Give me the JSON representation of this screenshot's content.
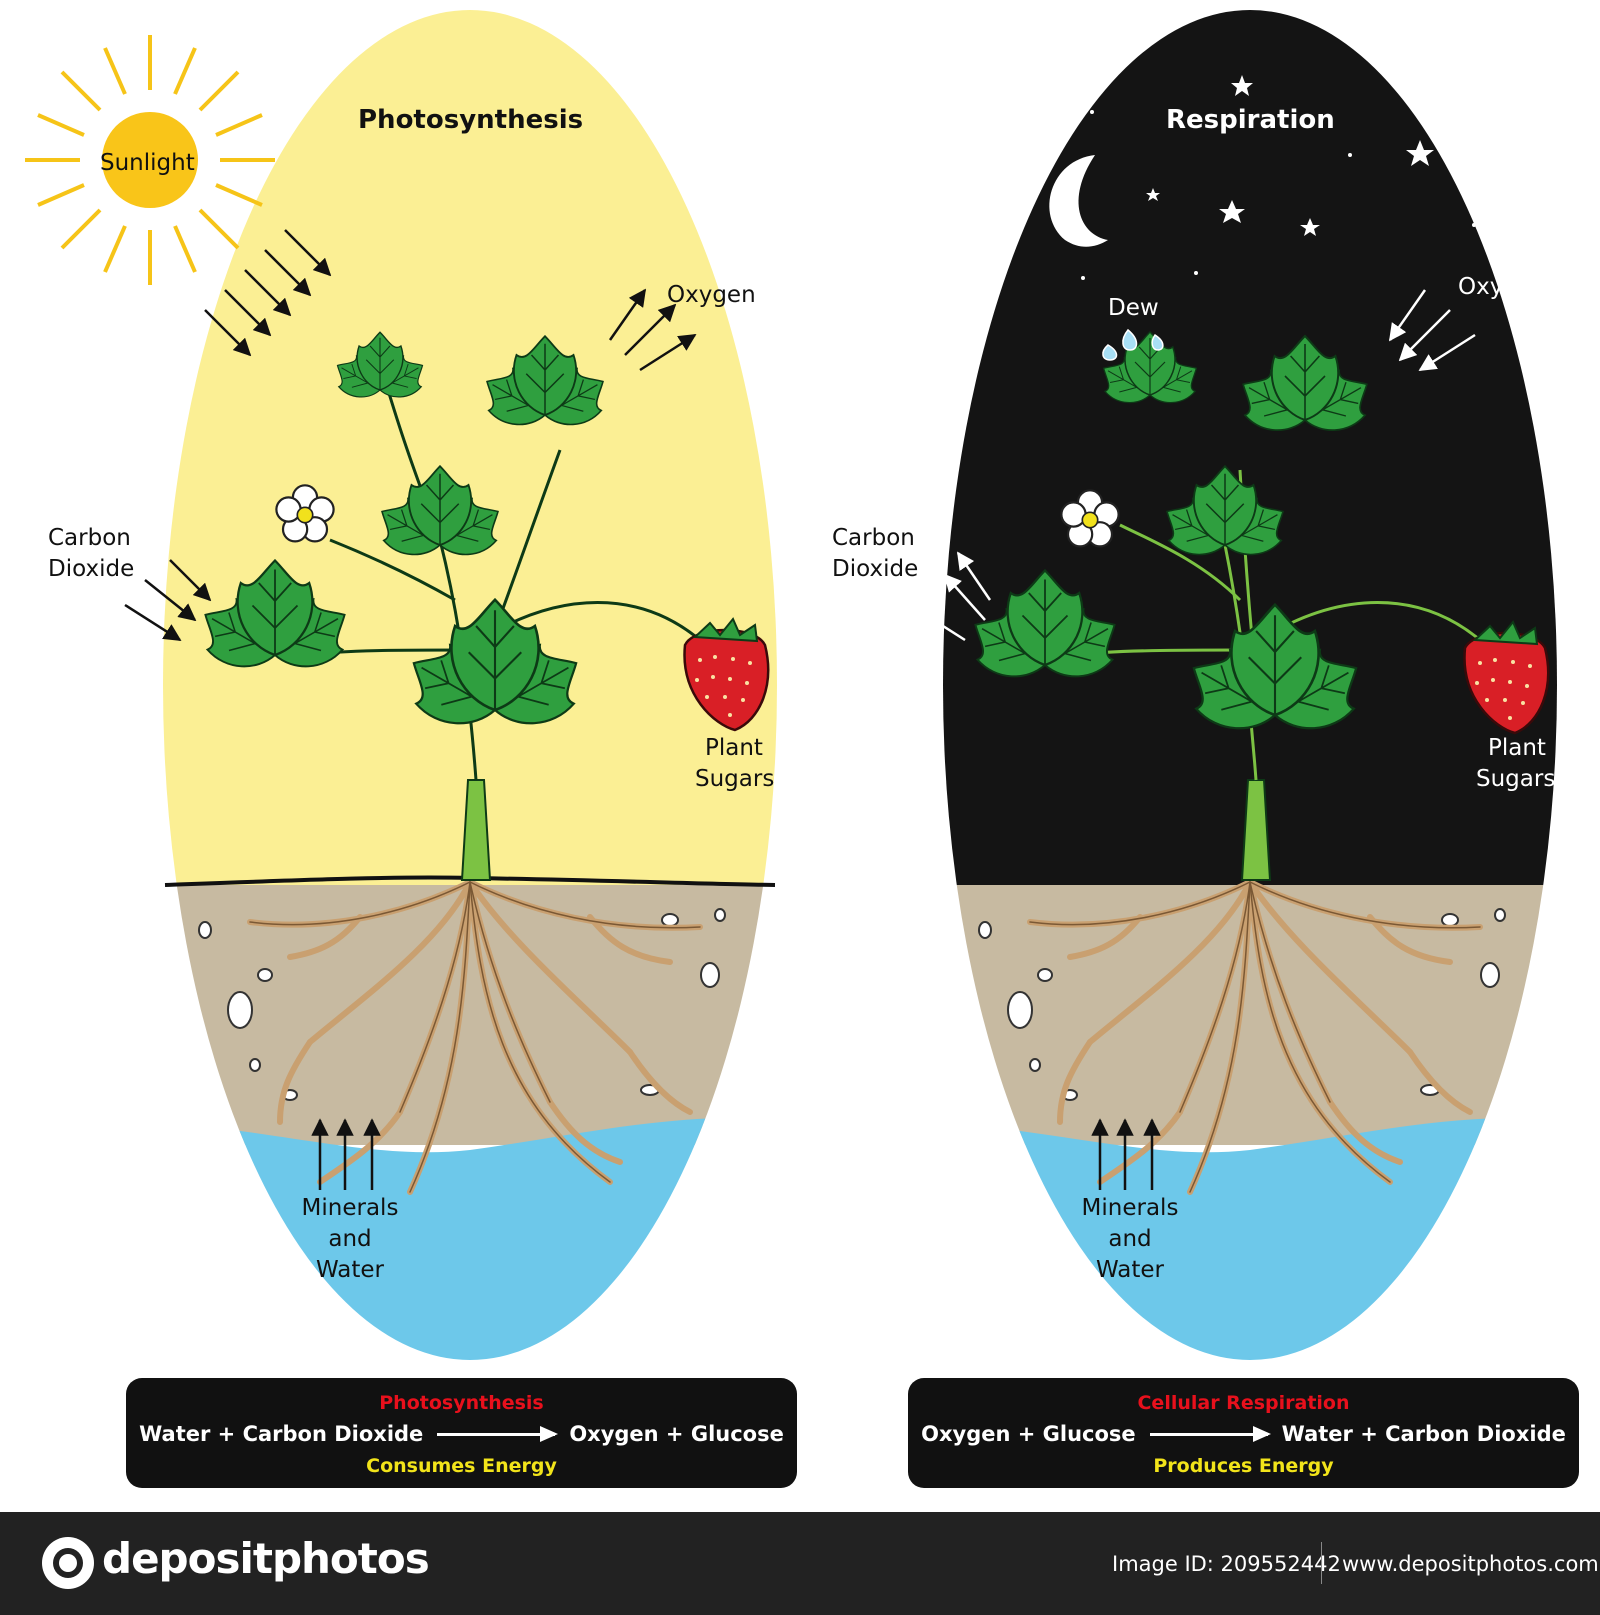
{
  "photosynthesis": {
    "title": "Photosynthesis",
    "sun_label": "Sunlight",
    "oxygen_label": "Oxygen",
    "co2_label_line1": "Carbon",
    "co2_label_line2": "Dioxide",
    "sugars_line1": "Plant",
    "sugars_line2": "Sugars",
    "minerals_line1": "Minerals",
    "minerals_line2": "and",
    "minerals_line3": "Water",
    "equation": {
      "heading": "Photosynthesis",
      "reactants": "Water + Carbon Dioxide",
      "products": "Oxygen + Glucose",
      "energy": "Consumes Energy"
    }
  },
  "respiration": {
    "title": "Respiration",
    "dew_label": "Dew",
    "oxygen_label": "Oxygen",
    "co2_label_line1": "Carbon",
    "co2_label_line2": "Dioxide",
    "sugars_line1": "Plant",
    "sugars_line2": "Sugars",
    "minerals_line1": "Minerals",
    "minerals_line2": "and",
    "minerals_line3": "Water",
    "equation": {
      "heading": "Cellular Respiration",
      "reactants": "Oxygen + Glucose",
      "products": "Water + Carbon Dioxide",
      "energy": "Produces Energy"
    }
  },
  "footer": {
    "brand": "depositphotos",
    "image_id": "Image ID: 209552442",
    "website": "www.depositphotos.com"
  },
  "colors": {
    "day_sky": "#fbef94",
    "night_sky": "#141414",
    "soil": "#c7baa1",
    "water": "#6dc8ea",
    "leaf": "#2f9f3f",
    "root": "#c9a070",
    "strawberry": "#d91f26",
    "sun": "#f6c418",
    "equation_heading": "#e8101c",
    "equation_energy": "#f2e41a",
    "footer_bg": "#222222"
  }
}
